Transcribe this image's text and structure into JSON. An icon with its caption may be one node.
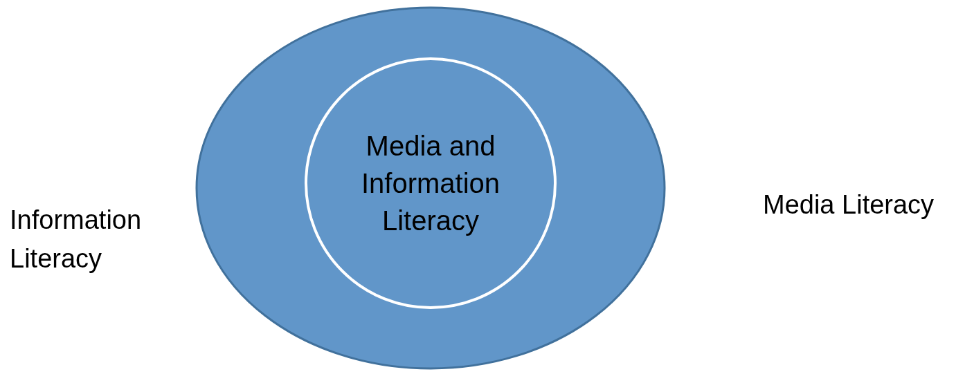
{
  "diagram": {
    "nodes": [
      {
        "text": [],
        "shape": "ellipse"
      },
      {
        "text": [
          "Media and Information Literacy"
        ],
        "in": 0
      }
    ],
    "labels": [
      "Information Literacy",
      "Media Literacy"
    ]
  }
}
